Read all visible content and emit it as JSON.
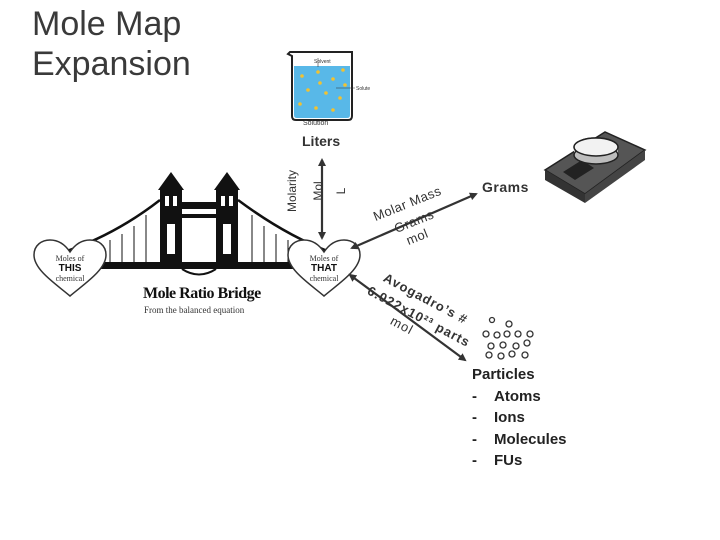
{
  "title": {
    "line1": "Mole Map",
    "line2": "Expansion"
  },
  "beaker": {
    "solvent_label": "Solvent",
    "solute_label": "Solute",
    "caption": "Solution"
  },
  "liters_label": "Liters",
  "molarity_link": {
    "molarity": "Molarity",
    "mol": "Mol",
    "l": "L"
  },
  "grams_label": "Grams",
  "molar_mass_link": {
    "line1": "Molar Mass",
    "line2": "Grams",
    "line3": "mol"
  },
  "avogadro_link": {
    "line1": "Avogadro’s #",
    "line2": "6.022x10²³ parts",
    "line3": "mol"
  },
  "bridge": {
    "name": "Mole Ratio Bridge",
    "subtitle": "From the balanced equation",
    "left_heart": {
      "top": "Moles of",
      "big": "THIS",
      "bottom": "chemical"
    },
    "right_heart": {
      "top": "Moles of",
      "big": "THAT",
      "bottom": "chemical"
    }
  },
  "particles": {
    "heading": "Particles",
    "items": [
      "Atoms",
      "Ions",
      "Molecules",
      "FUs"
    ],
    "bullet": "-"
  },
  "colors": {
    "line": "#333333",
    "liquid": "#58b8e8",
    "particle_dot": "#f2c230",
    "bridge": "#111111"
  },
  "icons": [
    "beaker-icon",
    "balance-scale-icon",
    "bridge-icon",
    "particles-icon",
    "heart-icon"
  ]
}
